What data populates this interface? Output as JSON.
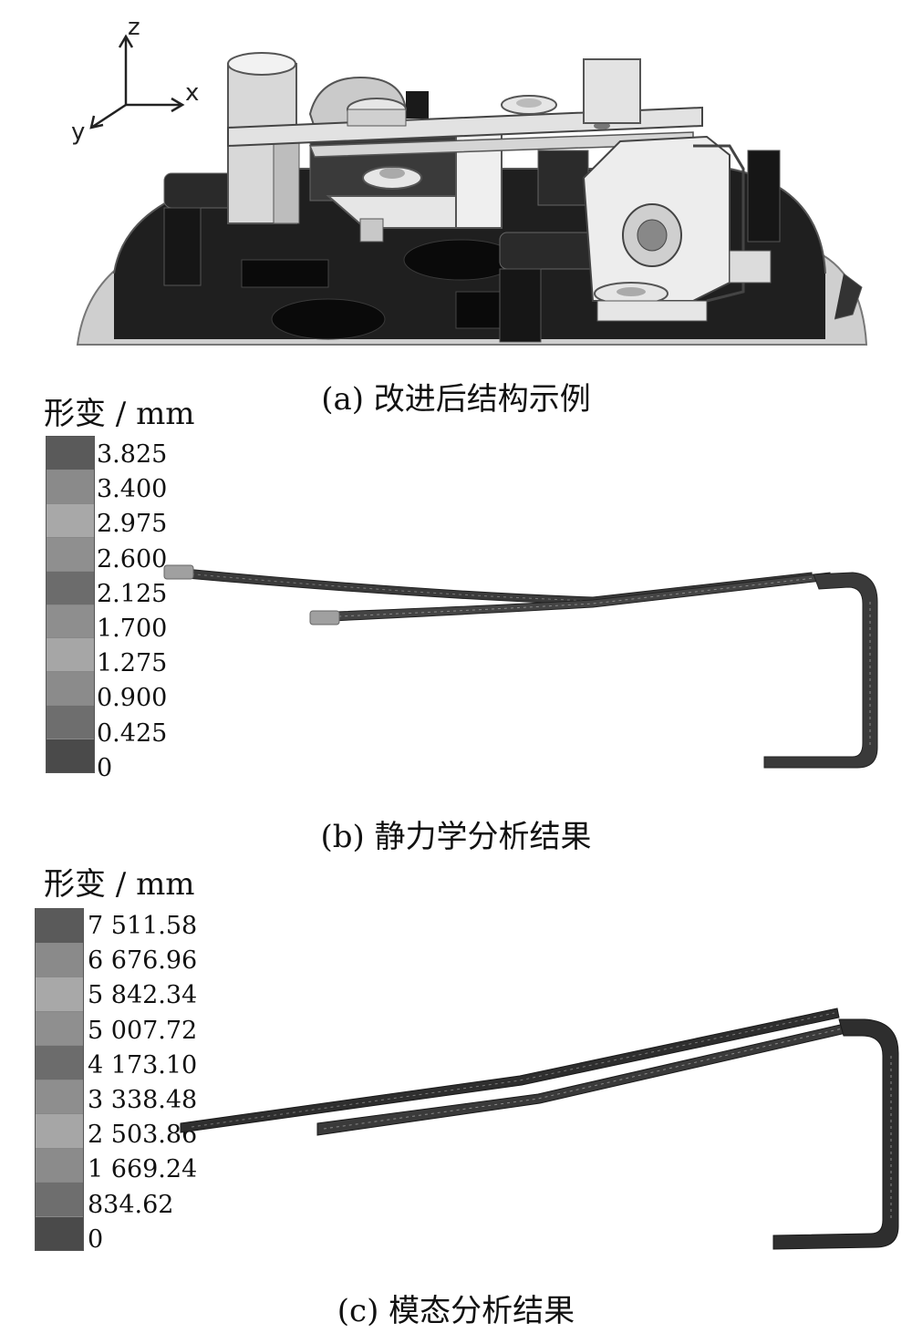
{
  "axes_labels": {
    "z": "z",
    "x": "x",
    "y": "y"
  },
  "captions": {
    "a": "(a)  改进后结构示例",
    "b": "(b)  静力学分析结果",
    "c": "(c)  模态分析结果"
  },
  "legend_b": {
    "title": "形变 / mm",
    "ticks": [
      "3.825",
      "3.400",
      "2.975",
      "2.600",
      "2.125",
      "1.700",
      "1.275",
      "0.900",
      "0.425",
      "0"
    ],
    "colors": [
      "#5a5a5a",
      "#8a8a8a",
      "#a8a8a8",
      "#8f8f8f",
      "#6c6c6c",
      "#8e8e8e",
      "#a6a6a6",
      "#8b8b8b",
      "#6e6e6e",
      "#4a4a4a"
    ]
  },
  "legend_c": {
    "title": "形变 / mm",
    "ticks": [
      "7 511.58",
      "6 676.96",
      "5 842.34",
      "5 007.72",
      "4 173.10",
      "3 338.48",
      "2 503.86",
      "1 669.24",
      "834.62",
      "0"
    ],
    "colors": [
      "#5a5a5a",
      "#8a8a8a",
      "#a8a8a8",
      "#8f8f8f",
      "#6c6c6c",
      "#8e8e8e",
      "#a6a6a6",
      "#8b8b8b",
      "#6e6e6e",
      "#4a4a4a"
    ]
  }
}
